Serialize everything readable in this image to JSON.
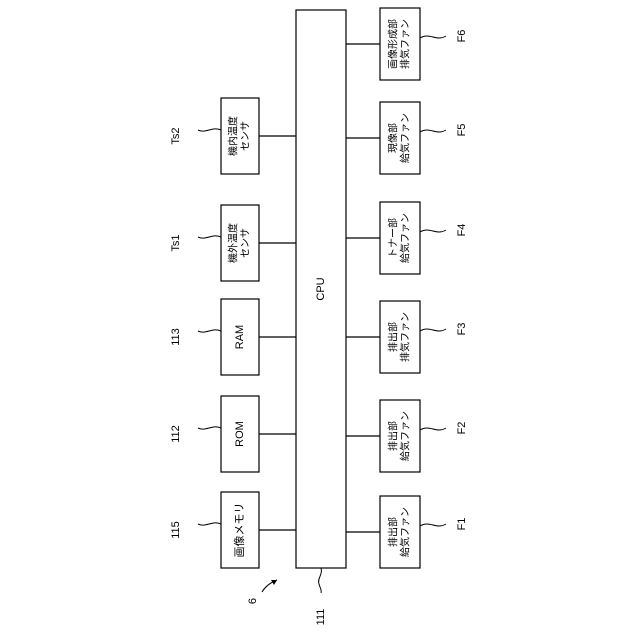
{
  "cpu": {
    "label": "CPU",
    "ref": "111"
  },
  "figure_ref": "6",
  "left_blocks": [
    {
      "id": "image-memory",
      "lines": [
        "画像メモリ"
      ],
      "ref": "115"
    },
    {
      "id": "rom",
      "lines": [
        "ROM"
      ],
      "ref": "112"
    },
    {
      "id": "ram",
      "lines": [
        "RAM"
      ],
      "ref": "113"
    },
    {
      "id": "outside-temp-sensor",
      "lines": [
        "機外温度",
        "センサ"
      ],
      "ref": "Ts1"
    },
    {
      "id": "inside-temp-sensor",
      "lines": [
        "機内温度",
        "センサ"
      ],
      "ref": "Ts2"
    }
  ],
  "right_blocks": [
    {
      "id": "output-supply-fan",
      "lines": [
        "排出部",
        "給気ファン"
      ],
      "ref": "F1"
    },
    {
      "id": "output-supply-fan-2",
      "lines": [
        "排出部",
        "給気ファン"
      ],
      "ref": "F2"
    },
    {
      "id": "output-exhaust-fan",
      "lines": [
        "排出部",
        "排気ファン"
      ],
      "ref": "F3"
    },
    {
      "id": "toner-supply-fan",
      "lines": [
        "トナー部",
        "給気ファン"
      ],
      "ref": "F4"
    },
    {
      "id": "developer-supply-fan",
      "lines": [
        "現像部",
        "給気ファン"
      ],
      "ref": "F5"
    },
    {
      "id": "image-forming-exhaust-fan",
      "lines": [
        "画像形成部",
        "排気ファン"
      ],
      "ref": "F6"
    }
  ]
}
